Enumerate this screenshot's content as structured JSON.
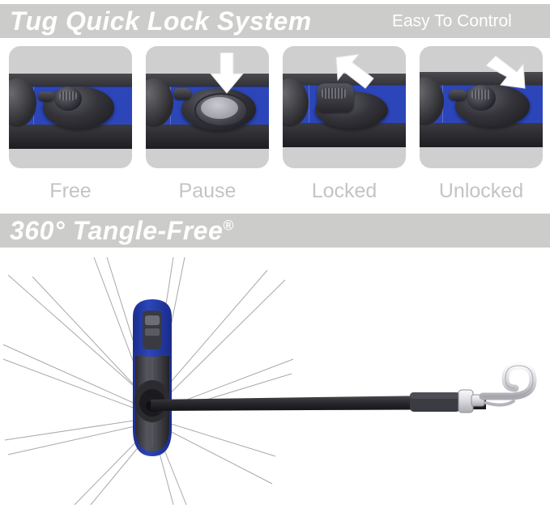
{
  "banners": [
    {
      "title": "Tug Quick Lock System",
      "subtitle": "Easy To Control",
      "reg": ""
    },
    {
      "title": "360° Tangle-Free",
      "subtitle": "",
      "reg": "®"
    }
  ],
  "lock_states": [
    {
      "label": "Free",
      "arrow": "none",
      "description": "brake button released, leash free to extend"
    },
    {
      "label": "Pause",
      "arrow": "arrow-down",
      "description": "brake button pressed down to pause"
    },
    {
      "label": "Locked",
      "arrow": "arrow-up-left",
      "description": "slider switch pushed forward to lock"
    },
    {
      "label": "Unlocked",
      "arrow": "arrow-down-right",
      "description": "slider switch pulled back to unlock"
    }
  ],
  "tangle_free": {
    "ray_count": 18,
    "handle_label": "retractable-leash-handle",
    "strap_label": "leash-strap",
    "hook_label": "swivel-snap-hook"
  },
  "colors": {
    "banner_bg": "#ccccca",
    "banner_text": "#ffffff",
    "panel_bg": "#cfcfcf",
    "label_text": "#c4c4c4",
    "leash_blue": "#2c46ba",
    "leash_dark": "#2a2a2e",
    "ray_gray": "#9a9a9e",
    "hook_silver": "#d8d8dc",
    "page_bg": "#ffffff"
  }
}
